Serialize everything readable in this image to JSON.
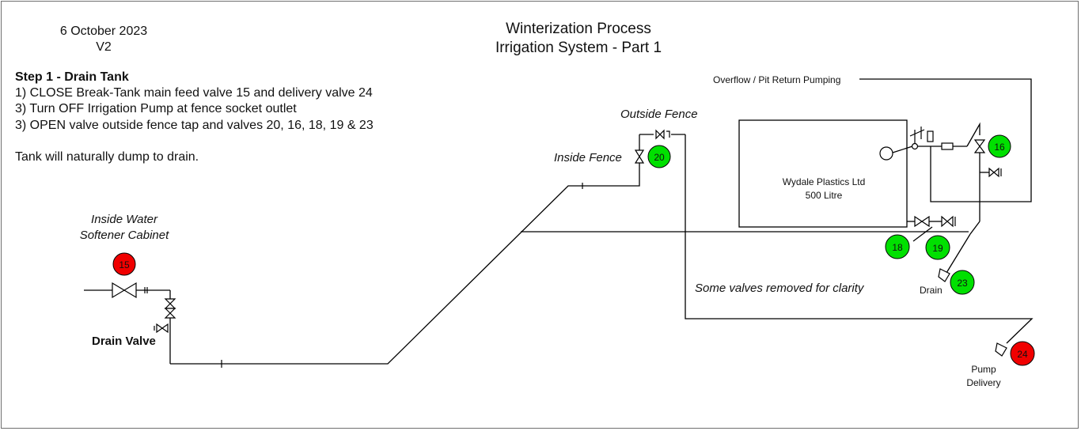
{
  "header": {
    "date": "6 October 2023",
    "version": "V2",
    "title": "Winterization Process",
    "subtitle": "Irrigation System - Part 1"
  },
  "instructions": {
    "heading": "Step 1 - Drain Tank",
    "steps": [
      "1) CLOSE Break-Tank main feed valve 15 and delivery valve 24",
      "3) Turn OFF Irrigation Pump at fence socket outlet",
      "3) OPEN valve outside fence tap and valves 20, 16, 18, 19 & 23"
    ],
    "note": "Tank will naturally dump to drain."
  },
  "labels": {
    "inside_water_line1": "Inside Water",
    "inside_water_line2": "Softener Cabinet",
    "drain_valve": "Drain Valve",
    "outside_fence": "Outside Fence",
    "inside_fence": "Inside Fence",
    "overflow": "Overflow / Pit Return Pumping",
    "tank_line1": "Wydale Plastics Ltd",
    "tank_line2": "500 Litre",
    "removed_note": "Some valves removed for clarity",
    "drain": "Drain",
    "pump_line1": "Pump",
    "pump_line2": "Delivery"
  },
  "valves": [
    {
      "id": "15",
      "state": "closed",
      "color": "#f00000"
    },
    {
      "id": "20",
      "state": "open",
      "color": "#00e000"
    },
    {
      "id": "16",
      "state": "open",
      "color": "#00e000"
    },
    {
      "id": "18",
      "state": "open",
      "color": "#00e000"
    },
    {
      "id": "19",
      "state": "open",
      "color": "#00e000"
    },
    {
      "id": "23",
      "state": "open",
      "color": "#00e000"
    },
    {
      "id": "24",
      "state": "closed",
      "color": "#f00000"
    }
  ]
}
